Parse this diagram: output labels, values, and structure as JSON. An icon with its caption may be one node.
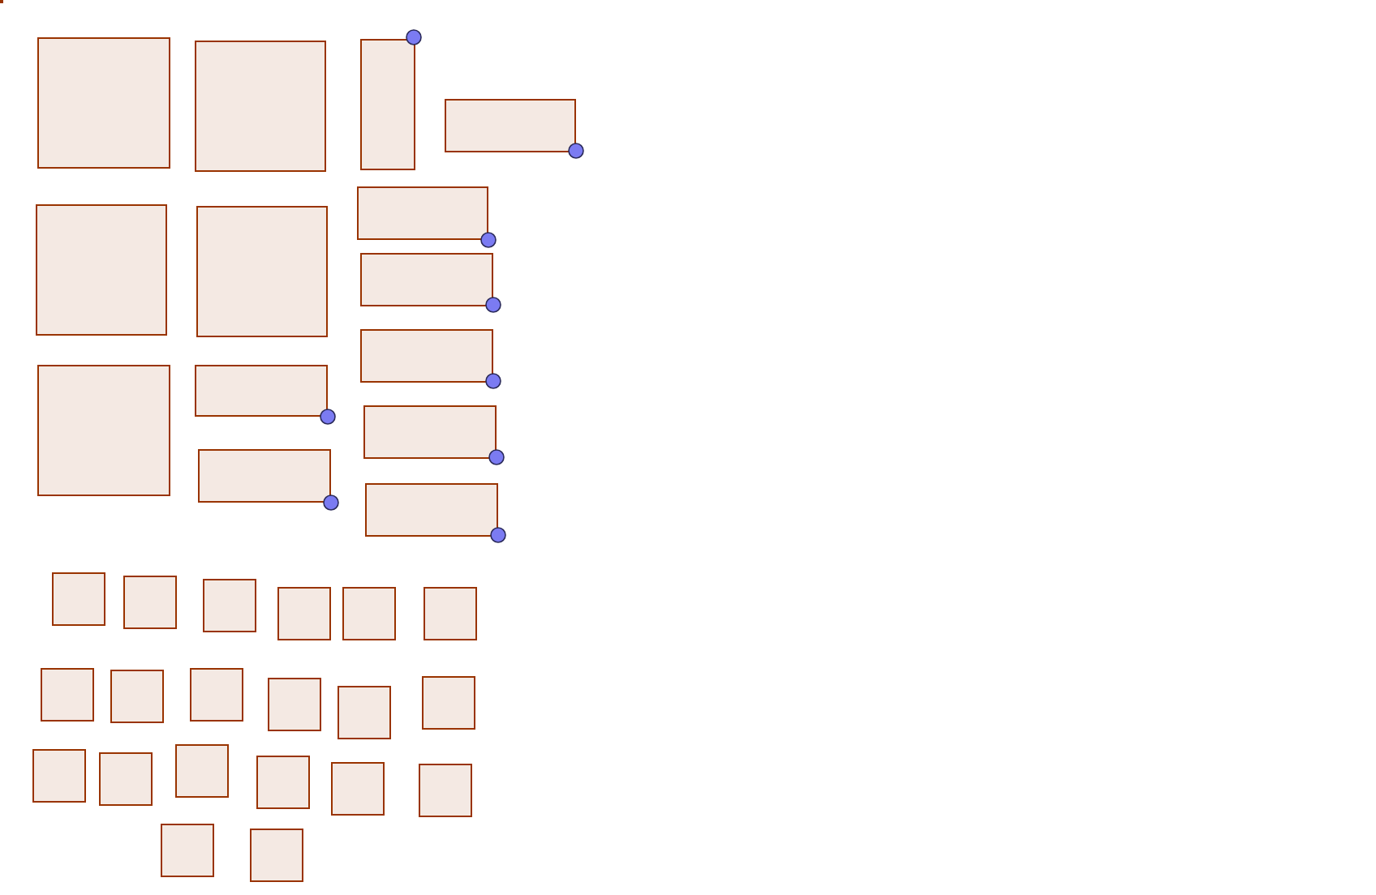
{
  "diagram": {
    "nodes": [
      {
        "text": [],
        "shape": "box"
      },
      {
        "text": [],
        "shape": "box"
      },
      {
        "text": [],
        "shape": "box"
      },
      {
        "text": [],
        "shape": "box"
      },
      {
        "text": [],
        "shape": "box"
      },
      {
        "text": [],
        "shape": "box"
      },
      {
        "text": [],
        "shape": "box"
      },
      {
        "text": [],
        "shape": "box"
      },
      {
        "text": [],
        "shape": "box"
      },
      {
        "text": [],
        "shape": "box"
      },
      {
        "text": [],
        "shape": "box"
      },
      {
        "text": [],
        "shape": "box"
      },
      {
        "text": [],
        "shape": "box"
      },
      {
        "text": [],
        "shape": "box"
      },
      {
        "text": [],
        "shape": "box"
      },
      {
        "text": [],
        "shape": "box"
      },
      {
        "text": [],
        "shape": "box"
      },
      {
        "text": [],
        "shape": "box"
      },
      {
        "text": [],
        "shape": "box"
      },
      {
        "text": [],
        "shape": "box"
      },
      {
        "text": [],
        "shape": "box"
      },
      {
        "text": [],
        "shape": "box"
      },
      {
        "text": [],
        "shape": "box"
      },
      {
        "text": [],
        "shape": "box"
      },
      {
        "text": [],
        "shape": "box"
      },
      {
        "text": [],
        "shape": "box"
      },
      {
        "text": [],
        "shape": "box"
      },
      {
        "text": [],
        "shape": "box"
      },
      {
        "text": [],
        "shape": "box"
      },
      {
        "text": [],
        "shape": "box"
      },
      {
        "text": [],
        "shape": "box"
      },
      {
        "text": [],
        "shape": "box"
      },
      {
        "text": [],
        "shape": "box"
      },
      {
        "text": [],
        "shape": "box"
      },
      {
        "text": [],
        "shape": "box"
      }
    ]
  }
}
